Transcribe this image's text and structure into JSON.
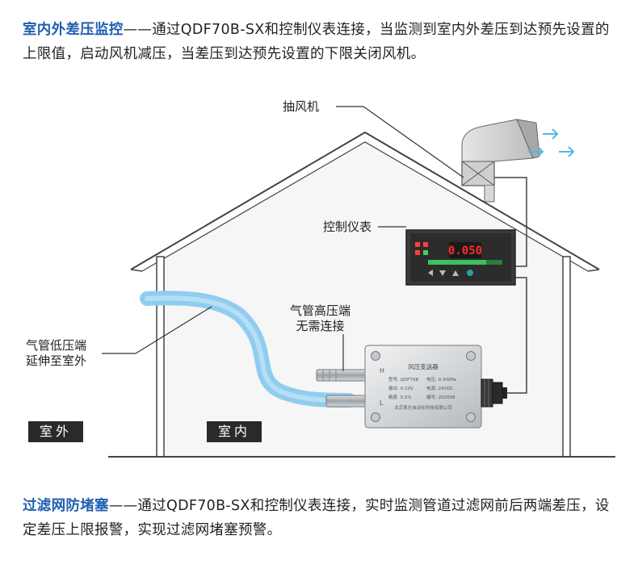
{
  "paragraph1": {
    "heading": "室内外差压监控",
    "body": "——通过QDF70B-SX和控制仪表连接，当监测到室内外差压到达预先设置的上限值，启动风机减压，当差压到达预先设置的下限关闭风机。"
  },
  "paragraph2": {
    "heading": "过滤网防堵塞",
    "body": "——通过QDF70B-SX和控制仪表连接，实时监测管道过滤网前后两端差压，设定差压上限报警，实现过滤网堵塞预警。"
  },
  "labels": {
    "fan": "抽风机",
    "controller": "控制仪表",
    "high_port_line1": "气管高压端",
    "high_port_line2": "无需连接",
    "low_port_line1": "气管低压端",
    "low_port_line2": "延伸至室外",
    "outdoor": "室外",
    "indoor": "室内"
  },
  "controller_display": {
    "reading": "0.050"
  },
  "transmitter": {
    "title": "风压变送器",
    "h_mark": "H",
    "l_mark": "L",
    "spec_rows": [
      [
        "型号: QDF70B",
        "电压: 0-300Pa"
      ],
      [
        "输出: 0-10V",
        "电源: 24VDC"
      ],
      [
        "精度: 0.5%",
        "编号: 202008"
      ]
    ],
    "maker": "北京昆仑自动化科技有限公司"
  },
  "colors": {
    "accent": "#1f5fb0",
    "hose": "#8fcdf0",
    "arrow": "#5ab4e8",
    "led": "#ff2a2a"
  }
}
